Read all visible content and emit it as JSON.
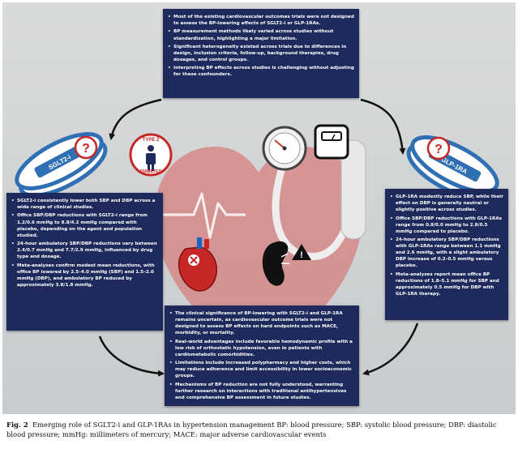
{
  "top_box": {
    "bullets": [
      "Most of the existing cardiovascular outcomes trials were not designed to assess the BP-lowering effects of SGLT2-i or GLP-1RAs.",
      "BP measurement methods likely varied across studies without standardization, highlighting a major limitation.",
      "Significant heterogeneity existed across trials due to differences in design, inclusion criteria, follow-up, background therapies, drug dosages, and control groups.",
      "Interpreting BP effects across studies is challenging without adjusting for these confounders."
    ]
  },
  "left_box": {
    "bullets": [
      "SGLT2-i consistently lower both SBP and DBP across a wide range of clinical studies.",
      "Office SBP/DBP reductions with SGLT2-i range from 1.2/0.6 mmHg to 8.8/4.2 mmHg compared with placebo, depending on the agent and population studied.",
      "24-hour ambulatory SBP/DBP reductions vary between 2.4/0.7 mmHg and 7.7/2.9 mmHg, influenced by drug type and dosage.",
      "Meta-analyses confirm modest mean reductions, with office BP lowered by 2.5–4.0 mmHg (SBP) and 1.5–2.0 mmHg (DBP), and ambulatory BP reduced by approximately 3.8/1.8 mmHg."
    ]
  },
  "right_box": {
    "bullets": [
      "GLP-1RA modestly reduce SBP, while their effect on DBP is generally neutral or slightly positive across studies.",
      "Office SBP/DBP reductions with GLP-1RAs range from 0.8/0.0 mmHg to 2.8/0.5 mmHg compared to placebo.",
      "24-hour ambulatory SBP/DBP reductions with GLP-1RAs range between 1.1 mmHg and 2.6 mmHg, with a slight ambulatory DBP increase of 0.2–0.5 mmHg versus placebo.",
      "Meta-analyses report mean office BP reductions of 1.8–5.1 mmHg for SBP and approximately 0.5 mmHg for DBP with GLP-1RA therapy."
    ]
  },
  "bottom_box": {
    "bullets": [
      "The clinical significance of BP-lowering with SGLT2-i and GLP-1RA remains uncertain, as cardiovascular outcome trials were not designed to assess BP effects on hard endpoints such as MACE, morbidity, or mortality.",
      "Real-world advantages include favorable hemodynamic profile with a low risk of orthostatic hypotension, even in patients with cardiometabolic comorbidities.",
      "Limitations include increased polypharmacy and higher costs, which may reduce adherence and limit accessibility in lower socioeconomic groups.",
      "Mechanisms of BP reduction are not fully understood, warranting further research on interactions with traditional antihypertensives and comprehensive BP assessment in future studies."
    ]
  },
  "labels": {
    "sglt2": "SGLT2-i",
    "glp1": "GLP-1RA",
    "question": "?",
    "type2": "TYPE 2",
    "diabetes": "DIABETES",
    "warning": "!"
  },
  "caption": {
    "prefix": "Fig. 2",
    "text": "Emerging role of SGLT2-i and GLP-1RAs in hypertension management BP: blood pressure; SBP: systolic blood pressure; DBP: diastolic blood pressure; mmHg: millimeters of mercury; MACE: major adverse cardiovascular events"
  },
  "colors": {
    "box_bg": "#1f2a5c",
    "pill_blue": "#2f6fb3",
    "heart_red": "#d9605f",
    "arrow": "#111111"
  }
}
